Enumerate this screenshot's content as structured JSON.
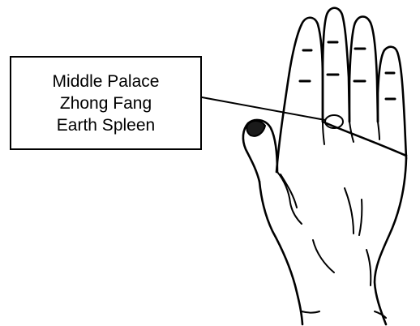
{
  "callout": {
    "lines": [
      "Middle Palace",
      "Zhong Fang",
      "Earth Spleen"
    ]
  },
  "icons": {
    "hand": "open-palm-hand-drawing",
    "marker": "point-circle-marker"
  },
  "colors": {
    "ink": "#000000",
    "background": "#ffffff"
  }
}
